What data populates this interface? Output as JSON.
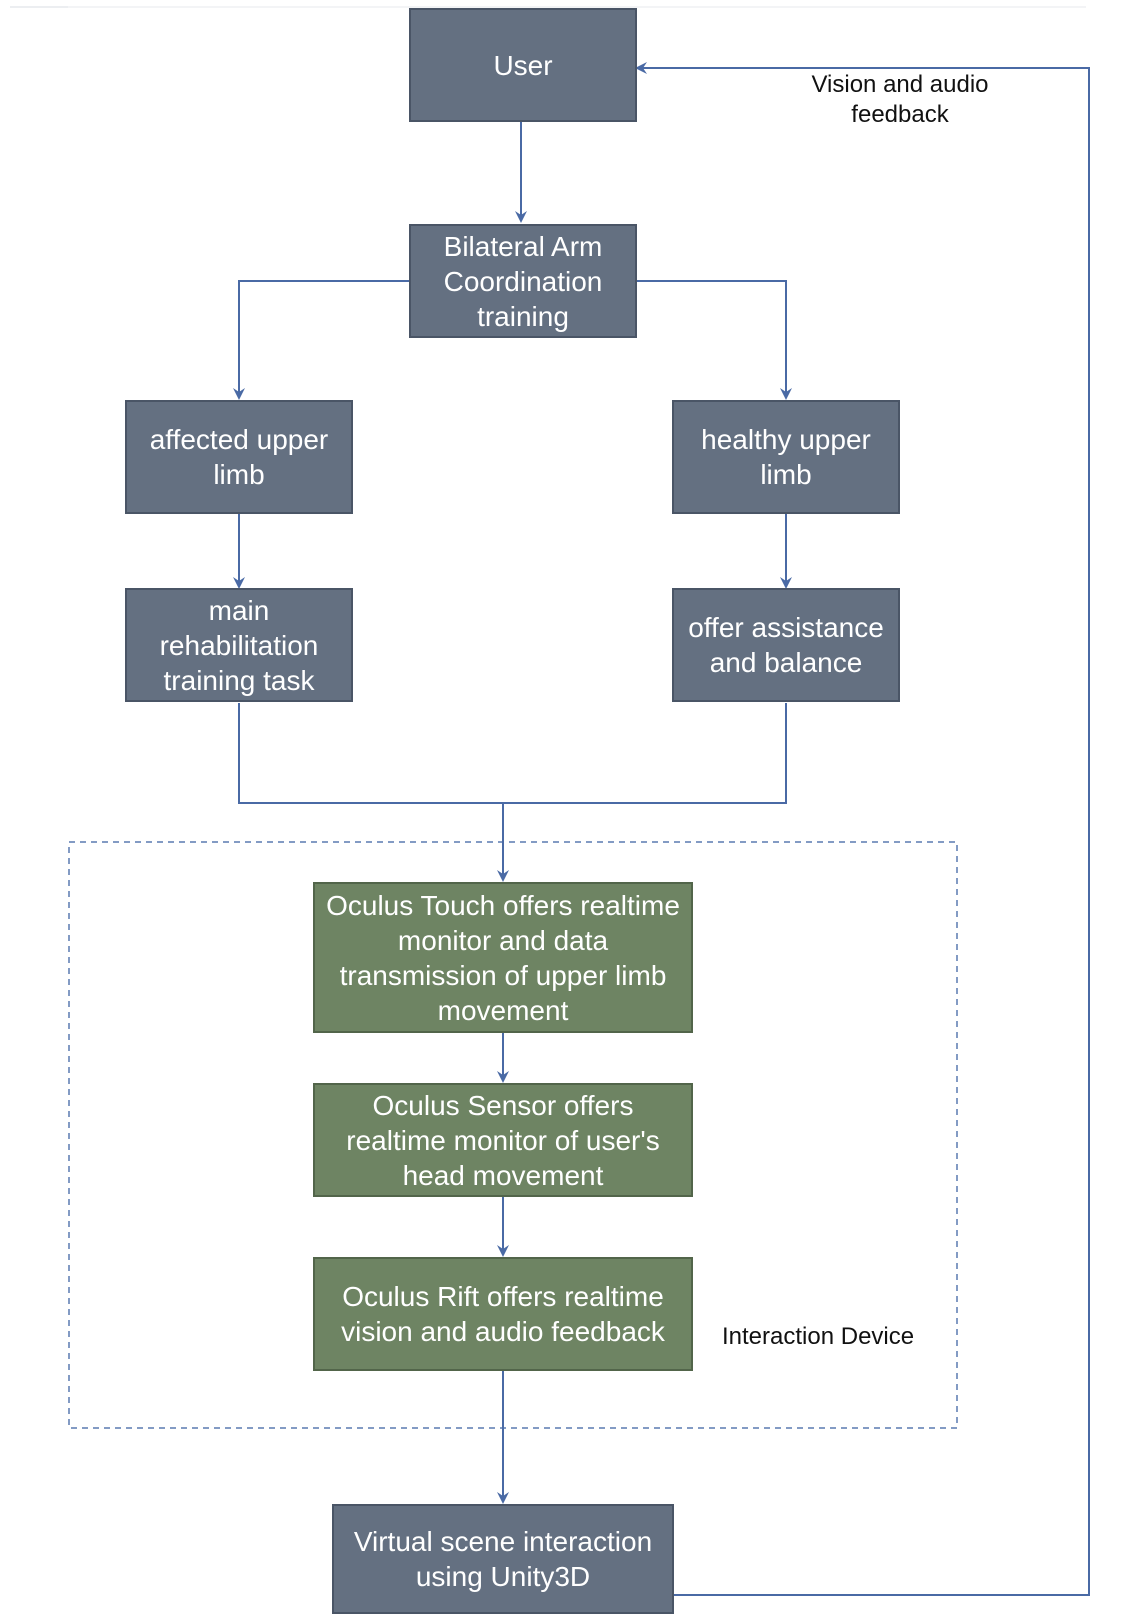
{
  "nodes": {
    "user": "User",
    "bilateral": "Bilateral Arm Coordination training",
    "affected": "affected upper limb",
    "healthy": "healthy upper limb",
    "main_task": "main rehabilitation training task",
    "assistance": "offer assistance and balance",
    "touch": "Oculus Touch offers realtime monitor and data transmission of upper limb movement",
    "sensor": "Oculus Sensor offers realtime monitor of user's head movement",
    "rift": "Oculus Rift offers realtime vision and audio feedback",
    "virtual": "Virtual scene interaction using Unity3D"
  },
  "labels": {
    "feedback": "Vision and audio feedback",
    "group": "Interaction Device"
  },
  "colors": {
    "process_box": "#647081",
    "device_box": "#6e8463",
    "connector": "#4a6aa5",
    "group_border": "#5a7ab0"
  }
}
